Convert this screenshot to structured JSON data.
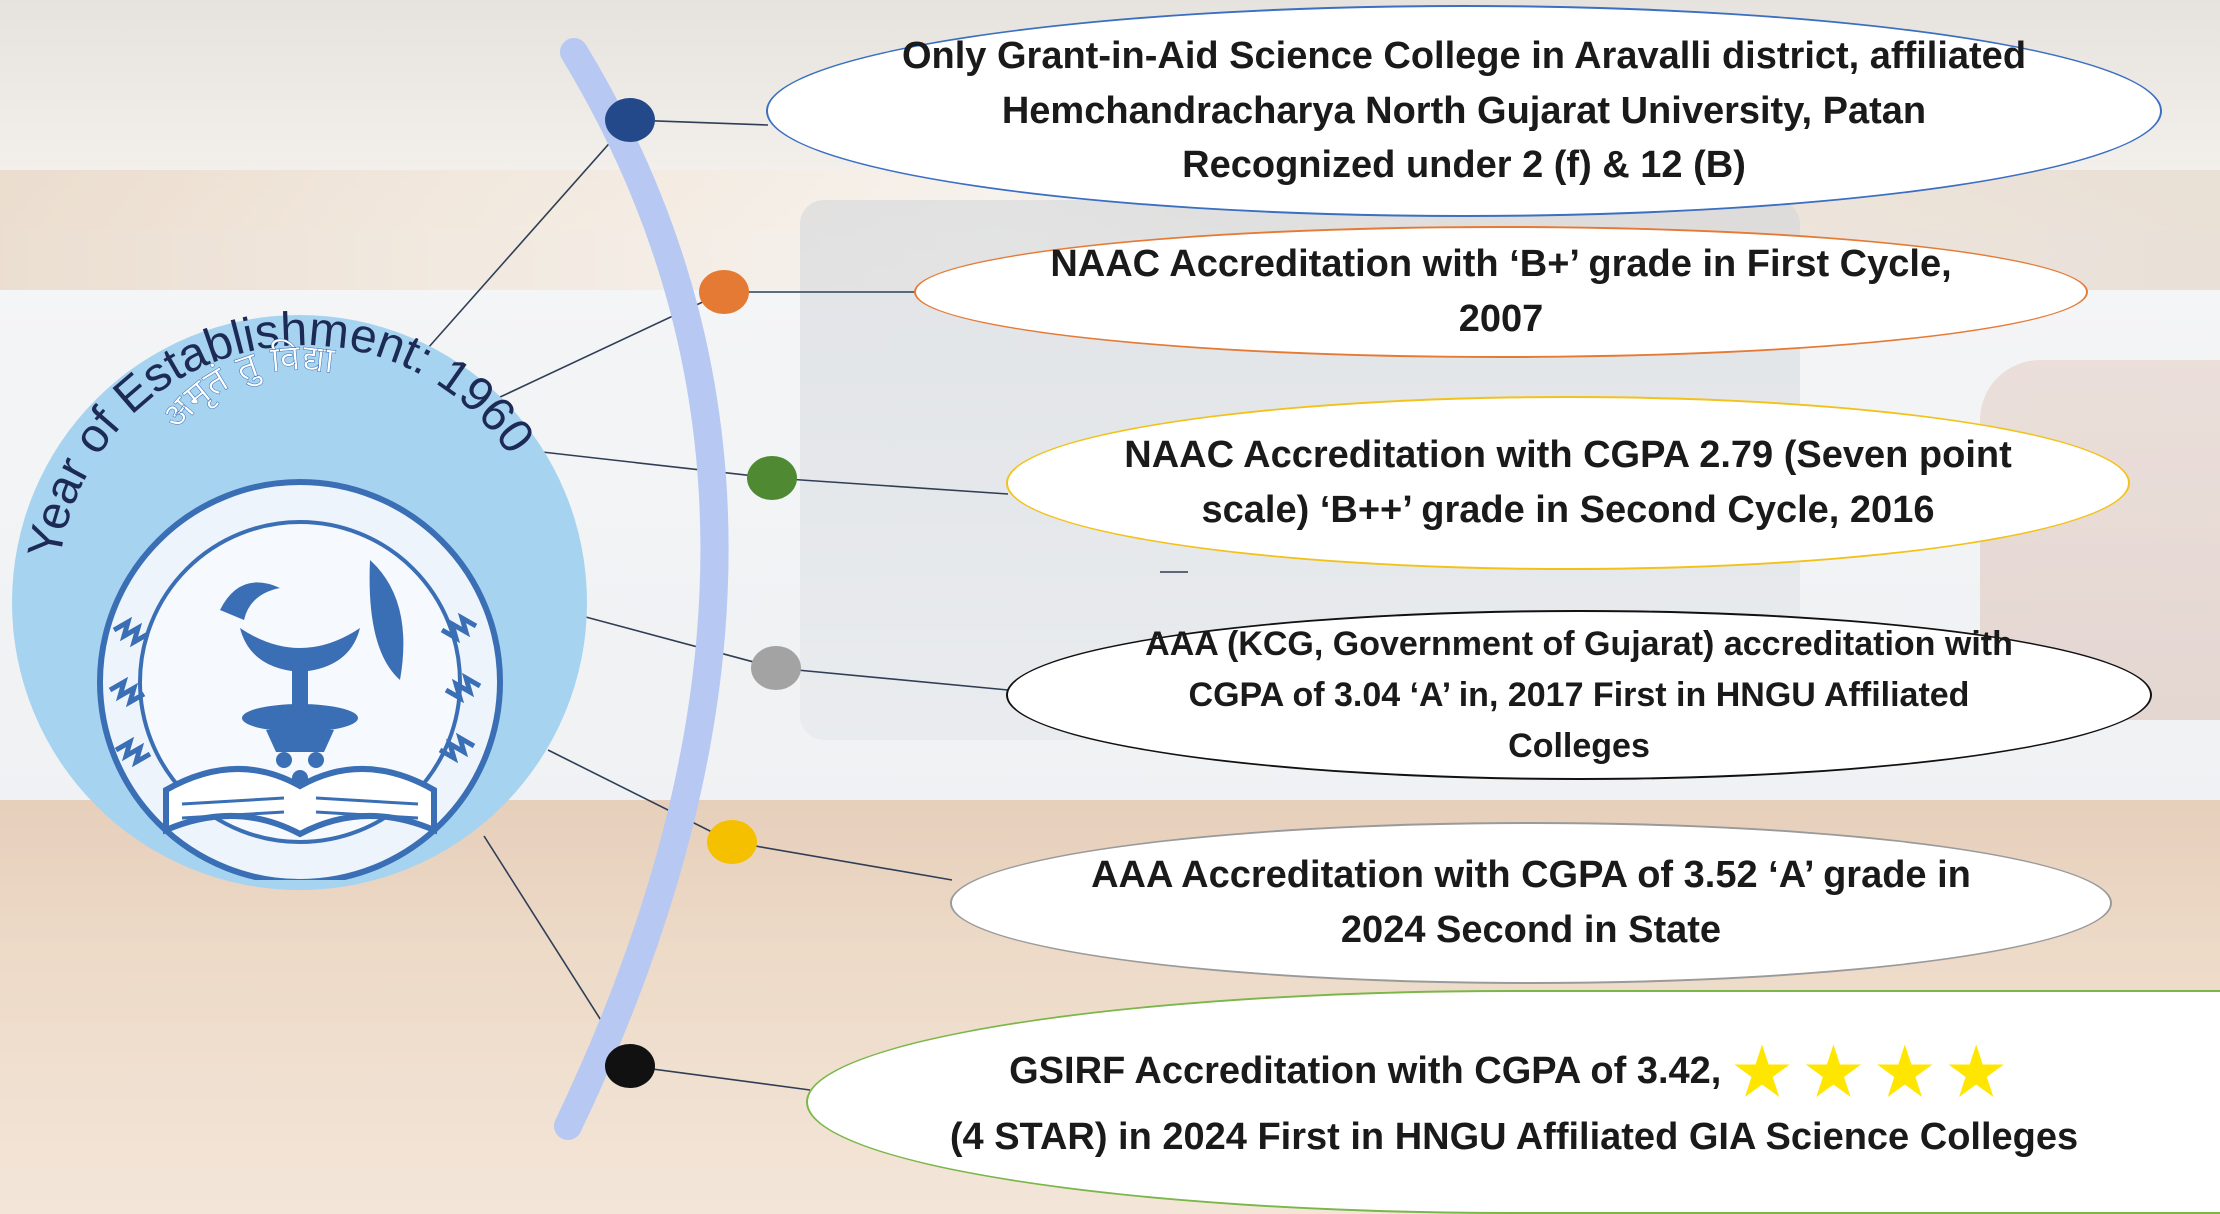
{
  "emblem": {
    "year_label": "Year of Establishment: 1960",
    "motto": "अमृतं तु विद्या",
    "ring_color": "#a6d3ef",
    "seal_color": "#3a6fb5"
  },
  "timeline": {
    "curve_color": "#b7c9f3",
    "dots": [
      {
        "name": "dot-navy",
        "color": "#24498a"
      },
      {
        "name": "dot-orange",
        "color": "#e47a34"
      },
      {
        "name": "dot-green",
        "color": "#4f8a33"
      },
      {
        "name": "dot-gray",
        "color": "#a3a3a3"
      },
      {
        "name": "dot-yellow",
        "color": "#f5c000"
      },
      {
        "name": "dot-black",
        "color": "#111111"
      }
    ]
  },
  "milestones": [
    {
      "lines": [
        "Only Grant-in-Aid Science College in Aravalli district, affiliated",
        "Hemchandracharya North Gujarat University, Patan",
        "Recognized under 2 (f) & 12 (B)"
      ],
      "border_color": "#3a6fc2"
    },
    {
      "lines": [
        "NAAC Accreditation with  ‘B+’ grade in First Cycle,",
        "2007"
      ],
      "border_color": "#e57a34"
    },
    {
      "lines": [
        "NAAC Accreditation with CGPA 2.79 (Seven point",
        "scale) ‘B++’ grade in Second Cycle, 2016"
      ],
      "border_color": "#f2c21a"
    },
    {
      "lines": [
        "AAA (KCG, Government of Gujarat) accreditation with",
        "CGPA of 3.04 ‘A’ in, 2017 First in HNGU Affiliated",
        "Colleges"
      ],
      "border_color": "#111111"
    },
    {
      "lines": [
        "AAA Accreditation with CGPA of 3.52 ‘A’ grade in",
        "2024  Second in State"
      ],
      "border_color": "#9a9a9a"
    },
    {
      "lines": [
        "GSIRF Accreditation with CGPA of 3.42,",
        "(4 STAR) in 2024 First in HNGU Affiliated GIA Science Colleges"
      ],
      "stars": "★★★★",
      "star_rating": 4,
      "border_color": "#7ab648"
    }
  ]
}
